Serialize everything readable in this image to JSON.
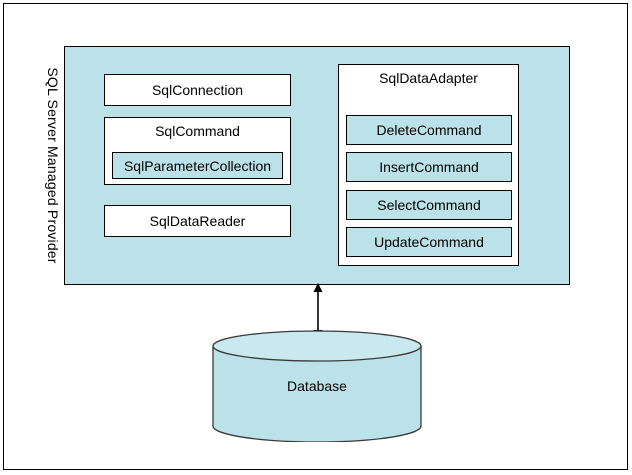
{
  "diagram": {
    "title": "SQL Server Managed Provider",
    "colors": {
      "panel_fill": "#bbe2e8",
      "box_fill_white": "#ffffff",
      "box_fill_blue": "#bbe2e8",
      "stroke": "#000000",
      "background": "#ffffff"
    },
    "provider": {
      "label": "SQL Server Managed Provider",
      "left_column": [
        {
          "name": "SqlConnection",
          "fill": "white"
        },
        {
          "name": "SqlCommand",
          "fill": "white"
        },
        {
          "name": "SqlParameterCollection",
          "fill": "blue"
        },
        {
          "name": "SqlDataReader",
          "fill": "white"
        }
      ],
      "right_column": {
        "name": "SqlDataAdapter",
        "fill": "white",
        "commands": [
          {
            "name": "DeleteCommand",
            "fill": "blue"
          },
          {
            "name": "InsertCommand",
            "fill": "blue"
          },
          {
            "name": "SelectCommand",
            "fill": "blue"
          },
          {
            "name": "UpdateCommand",
            "fill": "blue"
          }
        ]
      }
    },
    "connector": {
      "name": "double-headed-arrow",
      "direction": "bidirectional",
      "orientation": "vertical"
    },
    "database": {
      "label": "Database",
      "shape": "cylinder",
      "fill": "#bbe2e8"
    }
  }
}
